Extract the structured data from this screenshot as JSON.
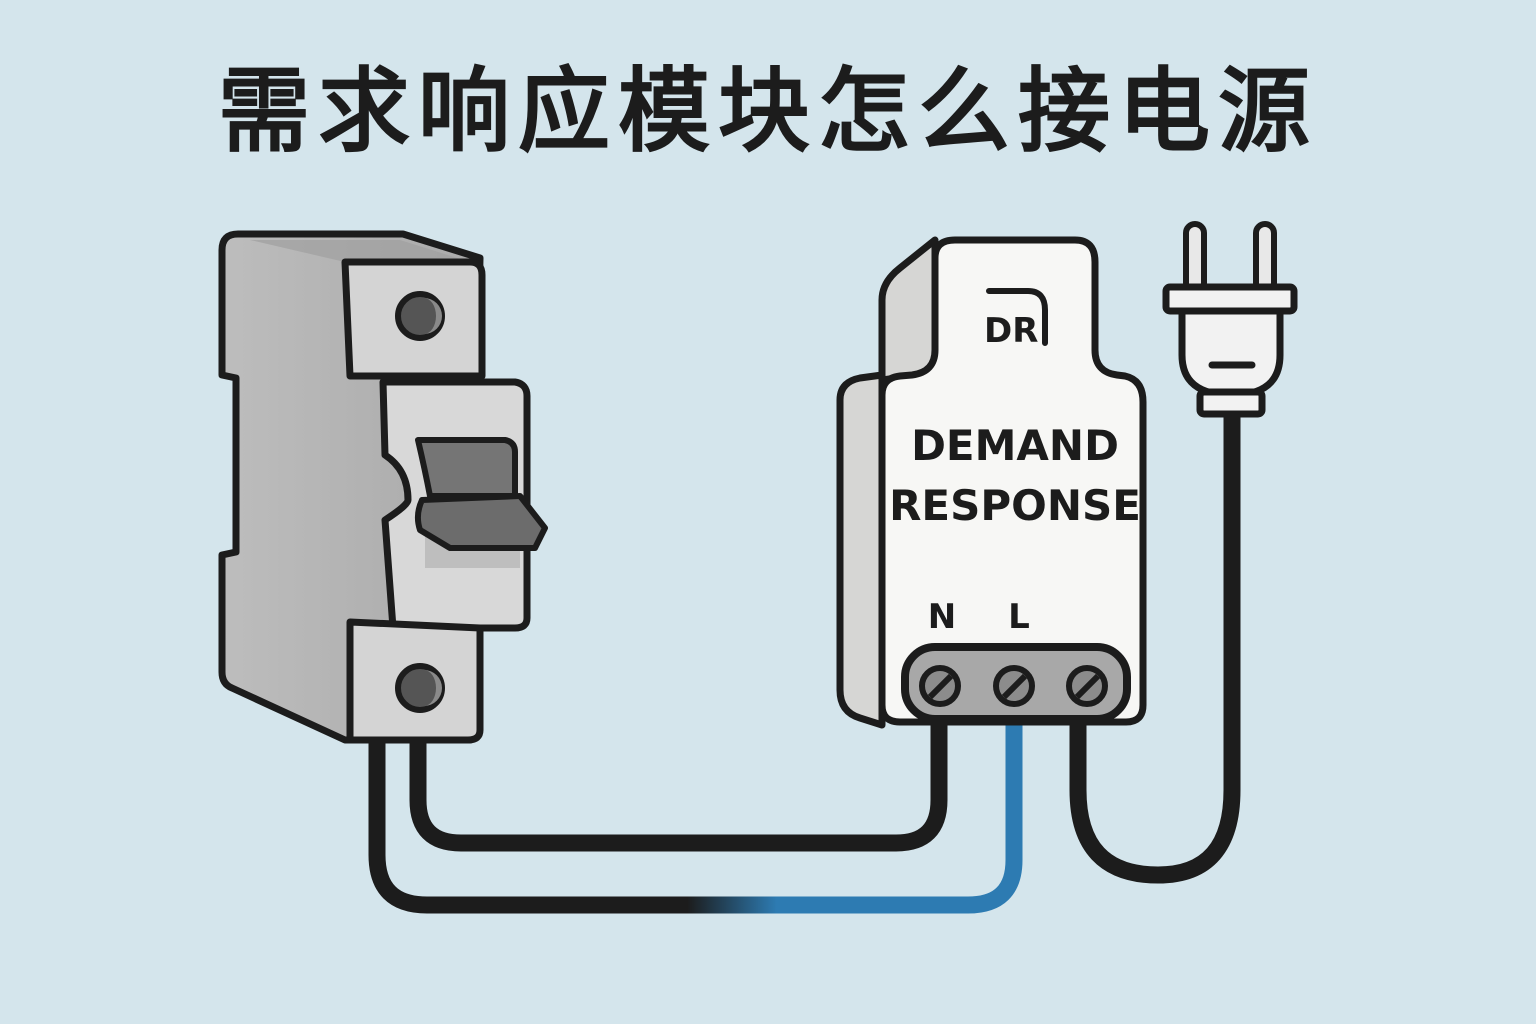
{
  "title": "需求响应模块怎么接电源",
  "colors": {
    "background": "#d4e5ec",
    "outline": "#1c1c1c",
    "breaker_body": "#b4b4b4",
    "breaker_face": "#d4d4d4",
    "module_face": "#f7f7f5",
    "module_side": "#d6d6d4",
    "terminal_block": "#a8a8a8",
    "live_wire": "#2d7bb2",
    "neutral_wire": "#1c1c1c"
  },
  "circuit_breaker": {
    "name": "circuit-breaker",
    "toggle_state": "on"
  },
  "module": {
    "logo": "DR",
    "label_line1": "DEMAND",
    "label_line2": "RESPONSE",
    "terminals": [
      {
        "label": "N",
        "wire": "neutral"
      },
      {
        "label": "L",
        "wire": "live"
      },
      {
        "label": "",
        "wire": "plug"
      }
    ]
  },
  "plug": {
    "name": "power-plug"
  },
  "wires": [
    {
      "from": "breaker-bottom-right",
      "to": "module-terminal-N",
      "color": "black"
    },
    {
      "from": "breaker-bottom-left",
      "to": "module-terminal-L",
      "color": "black-to-blue"
    },
    {
      "from": "module-terminal-3",
      "to": "plug",
      "color": "black"
    }
  ]
}
